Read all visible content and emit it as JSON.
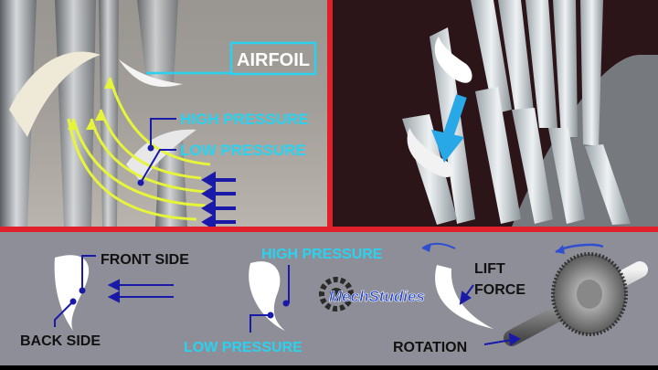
{
  "top_left": {
    "airfoil_label": "AIRFOIL",
    "high_pressure": "HIGH PRESSURE",
    "low_pressure": "LOW PRESSURE"
  },
  "bottom": {
    "front_side": "FRONT SIDE",
    "back_side": "BACK SIDE",
    "high_pressure": "HIGH PRESSURE",
    "low_pressure": "LOW PRESSURE",
    "lift_force": "LIFT FORCE",
    "lift_line1": "LIFT",
    "lift_line2": "FORCE",
    "rotation": "ROTATION"
  },
  "logo": {
    "text": "MechStudies"
  },
  "colors": {
    "frame_red": "#e0202a",
    "label_cyan": "#29d3f0",
    "flow_yellow": "#e6f53a",
    "arrow_navy": "#1a1aa8",
    "arrow_blue": "#2f4fd0",
    "bottom_bg": "#8e8e98",
    "dark_bg": "#2c1518"
  }
}
